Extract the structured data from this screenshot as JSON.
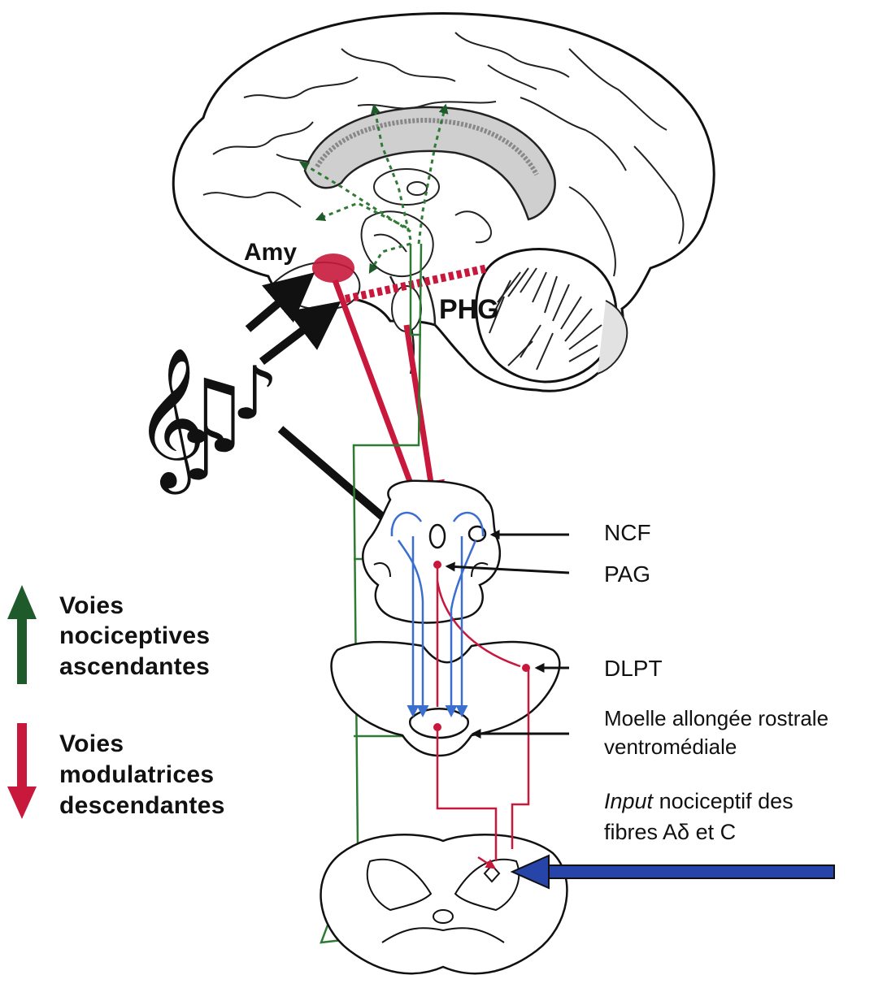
{
  "region_labels": {
    "amy": "Amy",
    "phg": "PHG"
  },
  "annotations": {
    "ncf": "NCF",
    "pag": "PAG",
    "dlpt": "DLPT",
    "rvm_line1": "Moelle allongée rostrale",
    "rvm_line2": "ventromédiale",
    "input_italic": "Input",
    "input_line1_rest": " nociceptif des",
    "input_line2": "fibres Aδ et C"
  },
  "legend": {
    "ascending": {
      "lines": [
        "Voies",
        "nociceptives",
        "ascendantes"
      ],
      "color": "#1f5a2a",
      "icon": "arrow-up-icon"
    },
    "descending": {
      "lines": [
        "Voies",
        "modulatrices",
        "descendantes"
      ],
      "color": "#c8183c",
      "icon": "arrow-down-icon"
    }
  },
  "colors": {
    "ascending_path": "#2f7a35",
    "descending_path": "#c8183c",
    "modulatory_blue": "#3a6fcf",
    "input_arrow": "#2744a8",
    "outline": "#111111"
  },
  "icons": [
    "brain-illustration",
    "music-notes-icon",
    "treble-clef-icon"
  ]
}
